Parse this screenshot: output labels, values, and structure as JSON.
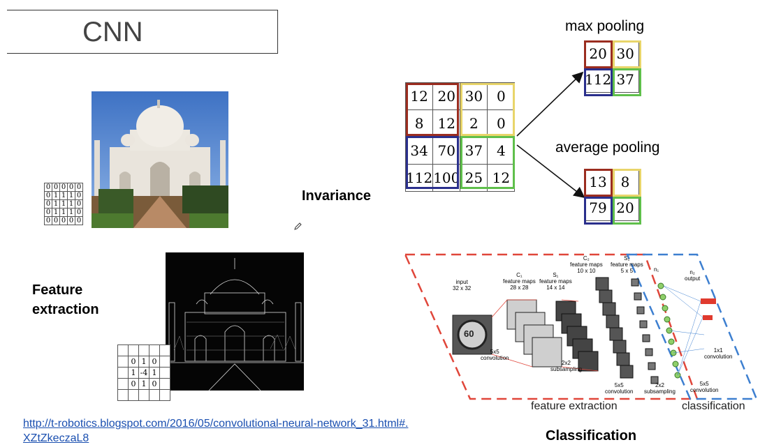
{
  "title": "CNN",
  "labels": {
    "invariance": "Invariance",
    "feature_extraction": "Feature extraction",
    "classification": "Classification"
  },
  "input_matrix": [
    [
      "0",
      "0",
      "0",
      "0",
      "0"
    ],
    [
      "0",
      "1",
      "1",
      "1",
      "0"
    ],
    [
      "0",
      "1",
      "1",
      "1",
      "0"
    ],
    [
      "0",
      "1",
      "1",
      "1",
      "0"
    ],
    [
      "0",
      "0",
      "0",
      "0",
      "0"
    ]
  ],
  "kernel_matrix": [
    [
      "0",
      "1",
      "0"
    ],
    [
      "1",
      "-4",
      "1"
    ],
    [
      "0",
      "1",
      "0"
    ]
  ],
  "pooling": {
    "source": [
      [
        "12",
        "20",
        "30",
        "0"
      ],
      [
        "8",
        "12",
        "2",
        "0"
      ],
      [
        "34",
        "70",
        "37",
        "4"
      ],
      [
        "112",
        "100",
        "25",
        "12"
      ]
    ],
    "max_label": "max pooling",
    "max": [
      [
        "20",
        "30"
      ],
      [
        "112",
        "37"
      ]
    ],
    "avg_label": "average pooling",
    "avg": [
      [
        "13",
        "8"
      ],
      [
        "79",
        "20"
      ]
    ],
    "colors": {
      "top_left": "#9b2d20",
      "top_right": "#e8d56a",
      "bottom_left": "#2a2f8c",
      "bottom_right": "#5fbf4b"
    }
  },
  "lenet": {
    "input": "input\n32 x 32",
    "c1": "C₁\nfeature maps\n28 x 28",
    "s1": "S₁\nfeature maps\n14 x 14",
    "c2": "C₂\nfeature maps\n10 x 10",
    "s2": "S₂\nfeature maps\n5 x 5",
    "n1": "n₁",
    "n2": "n₂\noutput",
    "conv1": "5x5\nconvolution",
    "sub1": "2x2\nsubsampling",
    "conv2": "5x5\nconvolution",
    "sub2": "2x2\nsubsampling",
    "fc": "5x5\nconvolution",
    "conv3": "1x1\nconvolution",
    "sign_text": "60",
    "feature_extraction": "feature extraction",
    "classification": "classification"
  },
  "source_link": {
    "line1": "http://t-robotics.blogspot.com/2016/05/convolutional-neural-network_31.html#.",
    "line2": "XZtZkeczaL8"
  }
}
